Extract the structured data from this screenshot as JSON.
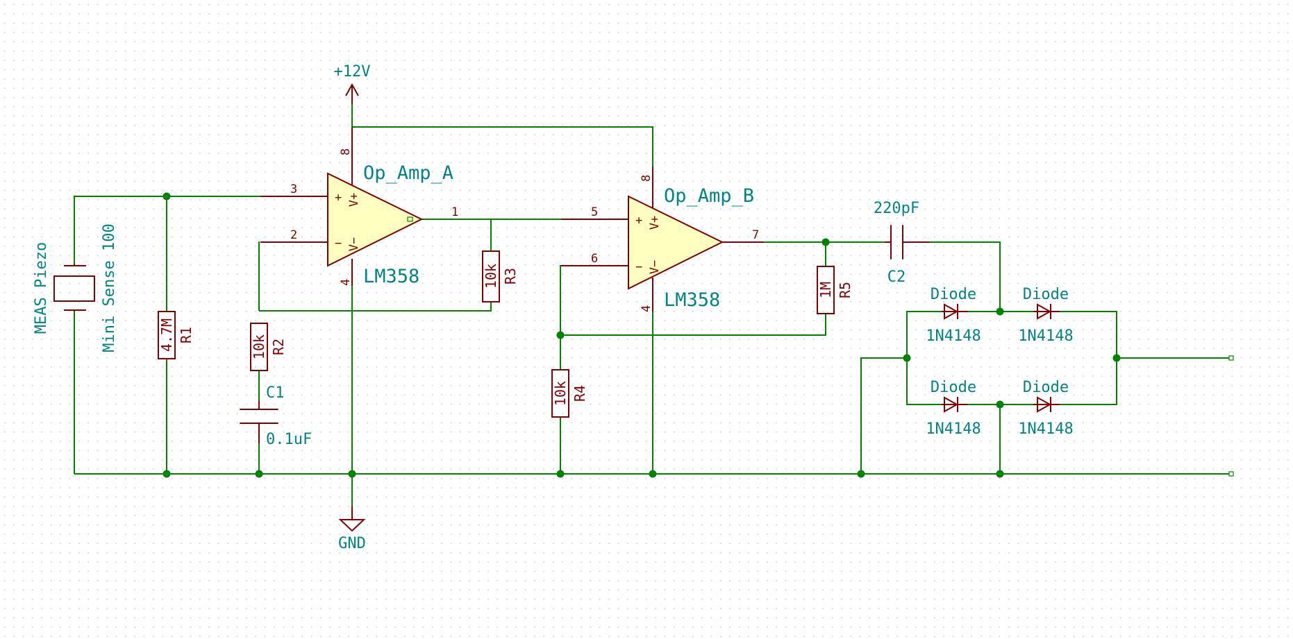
{
  "supply": {
    "vcc": "+12V",
    "gnd": "GND"
  },
  "piezo": {
    "name": "MEAS Piezo",
    "value": "Mini Sense 100"
  },
  "opamp_a": {
    "name": "Op_Amp_A",
    "part": "LM358",
    "pins": {
      "in_plus": "3",
      "in_minus": "2",
      "out": "1",
      "vplus": "8",
      "vminus": "4"
    }
  },
  "opamp_b": {
    "name": "Op_Amp_B",
    "part": "LM358",
    "pins": {
      "in_plus": "5",
      "in_minus": "6",
      "out": "7",
      "vplus": "8",
      "vminus": "4"
    }
  },
  "opamp_common": {
    "plus": "+",
    "minus": "−",
    "vplus": "V+",
    "vminus": "V−"
  },
  "resistors": {
    "r1": {
      "ref": "R1",
      "value": "4.7M"
    },
    "r2": {
      "ref": "R2",
      "value": "10k"
    },
    "r3": {
      "ref": "R3",
      "value": "10k"
    },
    "r4": {
      "ref": "R4",
      "value": "10k"
    },
    "r5": {
      "ref": "R5",
      "value": "1M"
    }
  },
  "capacitors": {
    "c1": {
      "ref": "C1",
      "value": "0.1uF"
    },
    "c2": {
      "ref": "C2",
      "value": "220pF"
    }
  },
  "diodes": [
    {
      "name": "Diode",
      "part": "1N4148"
    },
    {
      "name": "Diode",
      "part": "1N4148"
    },
    {
      "name": "Diode",
      "part": "1N4148"
    },
    {
      "name": "Diode",
      "part": "1N4148"
    }
  ],
  "colors": {
    "wire": "#008400",
    "component": "#840000",
    "label": "#008484",
    "opamp_fill": "#ffffc2"
  }
}
